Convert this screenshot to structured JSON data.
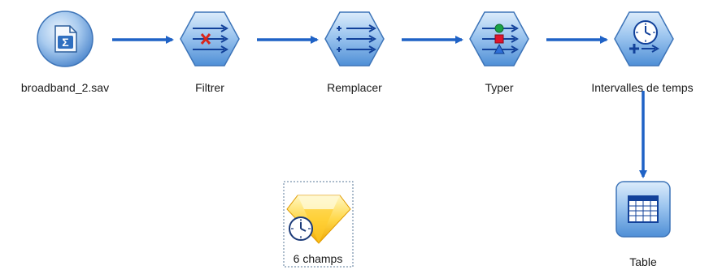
{
  "stream": {
    "nodes": [
      {
        "id": "source",
        "label": "broadband_2.sav",
        "icon": "statistics-file-icon",
        "shape": "circle",
        "color": "#4f8fd6"
      },
      {
        "id": "filter",
        "label": "Filtrer",
        "icon": "filter-icon",
        "shape": "hexagon",
        "color": "#4f8fd6"
      },
      {
        "id": "reclassify",
        "label": "Remplacer",
        "icon": "replace-icon",
        "shape": "hexagon",
        "color": "#4f8fd6"
      },
      {
        "id": "type",
        "label": "Typer",
        "icon": "type-icon",
        "shape": "hexagon",
        "color": "#4f8fd6"
      },
      {
        "id": "time-intervals",
        "label": "Intervalles de temps",
        "icon": "time-intervals-icon",
        "shape": "hexagon",
        "color": "#4f8fd6"
      },
      {
        "id": "table",
        "label": "Table",
        "icon": "table-icon",
        "shape": "rounded-square",
        "color": "#4f8fd6"
      },
      {
        "id": "model",
        "label": "6 champs",
        "icon": "time-series-model-icon",
        "shape": "diamond",
        "color": "#f2c21b",
        "selected": true
      }
    ],
    "links": [
      {
        "from": "source",
        "to": "filter"
      },
      {
        "from": "filter",
        "to": "reclassify"
      },
      {
        "from": "reclassify",
        "to": "type"
      },
      {
        "from": "type",
        "to": "time-intervals"
      },
      {
        "from": "time-intervals",
        "to": "table"
      }
    ],
    "colors": {
      "link": "#1f62c6",
      "label": "#1a1a1a",
      "selection": "#5a7a9a"
    }
  }
}
